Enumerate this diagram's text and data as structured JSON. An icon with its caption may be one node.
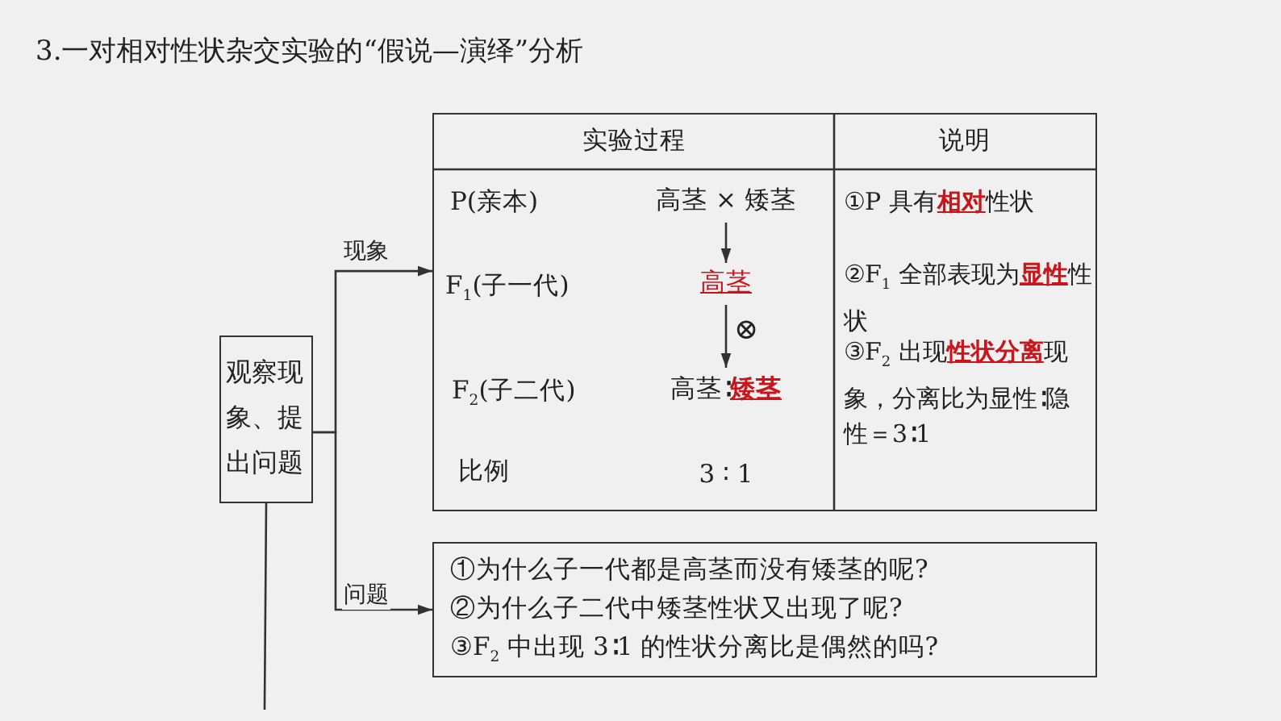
{
  "diagram": {
    "title": "3.一对相对性状杂交实验的“假说—演绎”分析",
    "nodes": [
      {
        "text": [
          "观察现象、提出问题"
        ]
      },
      {
        "text": [
          "实验过程",
          "说明",
          "P(亲本)",
          "F$_{1}$(子一代)",
          "F$_{2}$(子二代)",
          "比例",
          "3 ∶ 1",
          "①P 具有**相对**性状",
          "②F$_{1}$ 全部表现为**显性**性状",
          "③F$_{2}$ 出现**性状分离**现象，分离比为显性∶隐性＝3∶1"
        ]
      },
      {
        "text": [
          "高茎 × 矮茎"
        ],
        "in": 1
      },
      {
        "text": [
          "高茎"
        ],
        "in": 1
      },
      {
        "text": [
          "高茎∶**矮茎**"
        ],
        "in": 1
      },
      {
        "text": [
          "①为什么子一代都是高茎而没有矮茎的呢?",
          "②为什么子二代中矮茎性状又出现了呢?",
          "③F$_{2}$ 中出现 3∶1 的性状分离比是偶然的吗?"
        ]
      }
    ],
    "edges": [
      {
        "from": 0,
        "to": 1,
        "arrow": "to",
        "label": "现象"
      },
      {
        "from": 0,
        "to": 5,
        "arrow": "to",
        "label": "问题"
      },
      {
        "from": 0,
        "to": null,
        "arrow": "none"
      },
      {
        "from": 2,
        "to": 3,
        "arrow": "to"
      },
      {
        "from": 3,
        "to": 4,
        "arrow": "to",
        "label": "⊗"
      }
    ]
  }
}
